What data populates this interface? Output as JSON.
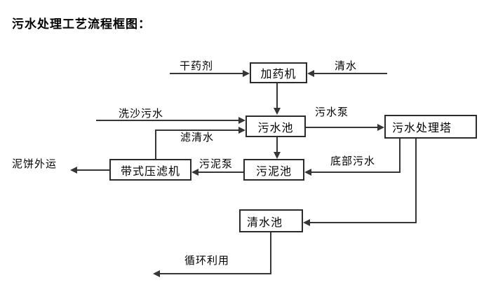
{
  "title": "污水处理工艺流程框图：",
  "diagram": {
    "nodes": {
      "dosing_machine": {
        "label": "加药机"
      },
      "sewage_pool": {
        "label": "污水池"
      },
      "sludge_pool": {
        "label": "污泥池"
      },
      "treatment_tower": {
        "label": "污水处理塔"
      },
      "belt_filter_press": {
        "label": "带式压滤机"
      },
      "clear_water_pool": {
        "label": "清水池"
      }
    },
    "edge_labels": {
      "dry_agent": "干药剂",
      "clear_water": "清水",
      "sand_washing_sewage": "洗沙污水",
      "filtered_water": "滤清水",
      "sewage_pump": "污水泵",
      "sludge_pump": "污泥泵",
      "bottom_sewage": "底部污水",
      "mud_cake_out": "泥饼外运",
      "recycling": "循环利用"
    },
    "colors": {
      "line": "#363636",
      "box_border": "#2b2b2b",
      "text": "#000000",
      "background": "#ffffff"
    }
  }
}
